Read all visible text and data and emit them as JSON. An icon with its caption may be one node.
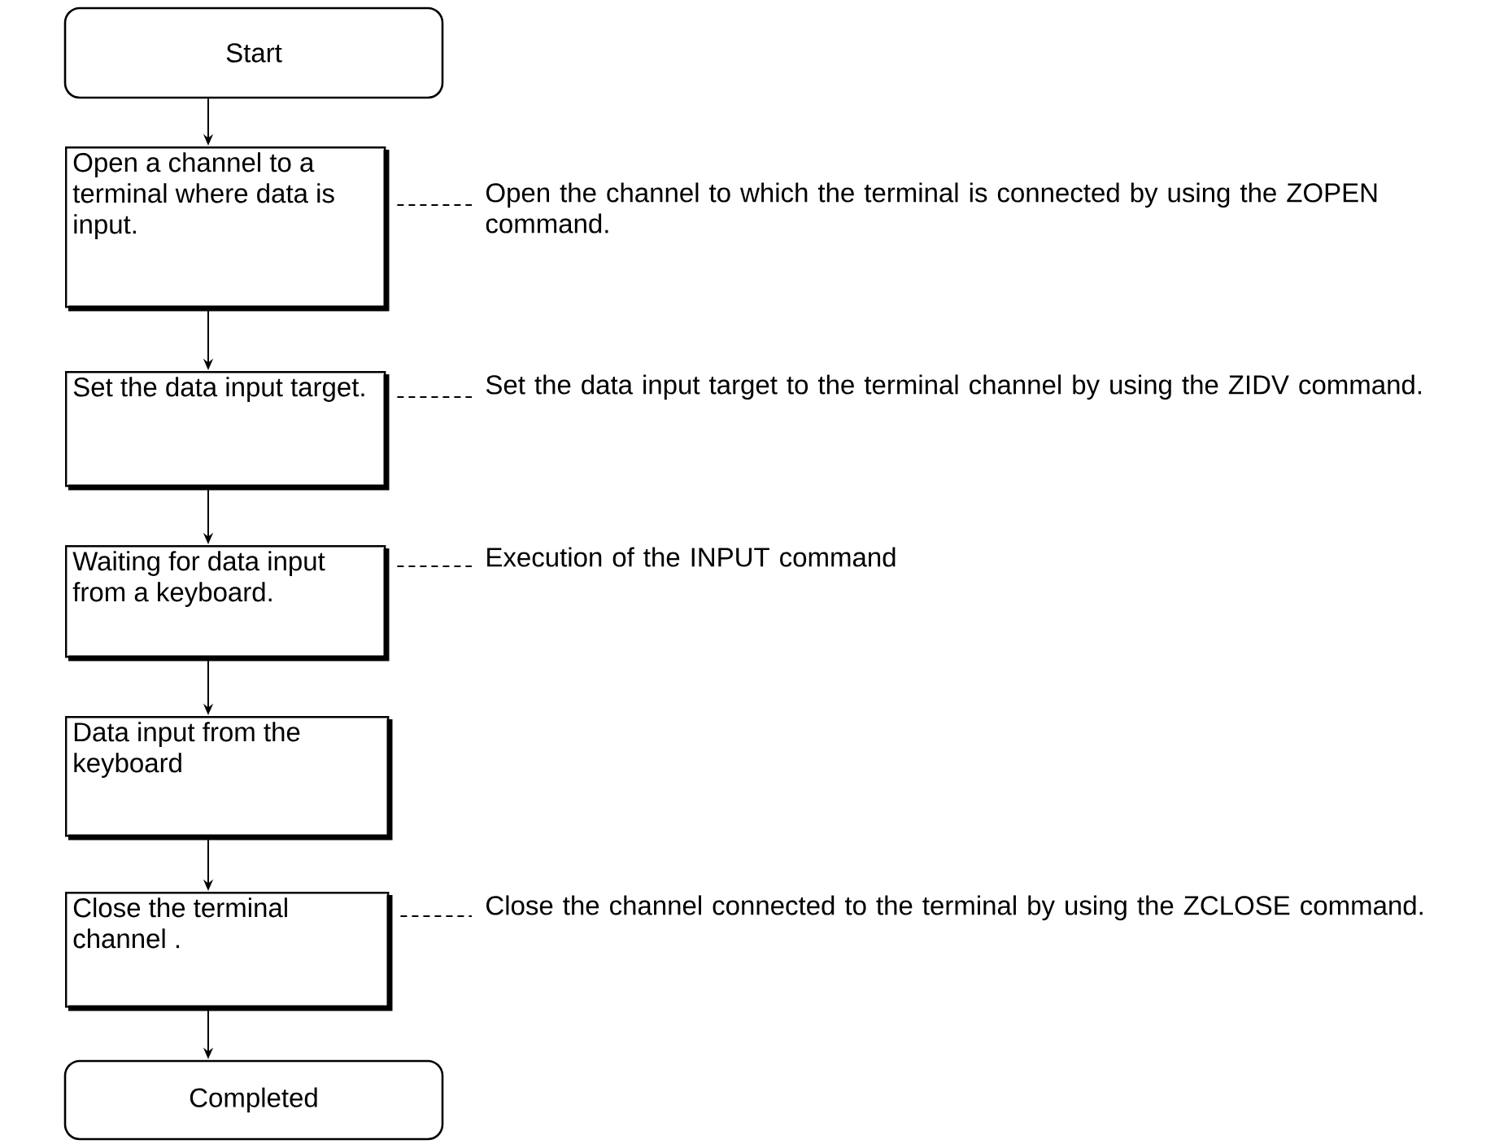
{
  "diagram": {
    "nodes": [
      {
        "text": [
          "Start"
        ]
      },
      {
        "text": [
          "Open a channel to a terminal where data is input."
        ]
      },
      {
        "text": [
          "Set the data input target."
        ]
      },
      {
        "text": [
          "Waiting for data input from a keyboard."
        ]
      },
      {
        "text": [
          "Data input from the keyboard"
        ]
      },
      {
        "text": [
          "Close the terminal channel ."
        ]
      },
      {
        "text": [
          "Completed"
        ]
      },
      {
        "text": [
          "Open the channel to which the terminal is connected by using the ZOPEN command."
        ]
      },
      {
        "text": [
          "Set the data input target to the terminal channel by using the ZIDV command."
        ]
      },
      {
        "text": [
          "Execution of the INPUT command"
        ]
      },
      {
        "text": [
          "Close the channel connected to the terminal by using the ZCLOSE command."
        ]
      }
    ],
    "edges": [
      {
        "from": 0,
        "to": 1,
        "arrow": "to"
      },
      {
        "from": 1,
        "to": 2,
        "arrow": "to"
      },
      {
        "from": 2,
        "to": 3,
        "arrow": "to"
      },
      {
        "from": 3,
        "to": 4,
        "arrow": "to"
      },
      {
        "from": 4,
        "to": 5,
        "arrow": "to"
      },
      {
        "from": 5,
        "to": 6,
        "arrow": "to"
      },
      {
        "from": 1,
        "to": 7,
        "arrow": "none",
        "style": "dashed"
      },
      {
        "from": 2,
        "to": 8,
        "arrow": "none",
        "style": "dashed"
      },
      {
        "from": 3,
        "to": 9,
        "arrow": "none",
        "style": "dashed"
      },
      {
        "from": 5,
        "to": 10,
        "arrow": "none",
        "style": "dashed"
      }
    ]
  }
}
